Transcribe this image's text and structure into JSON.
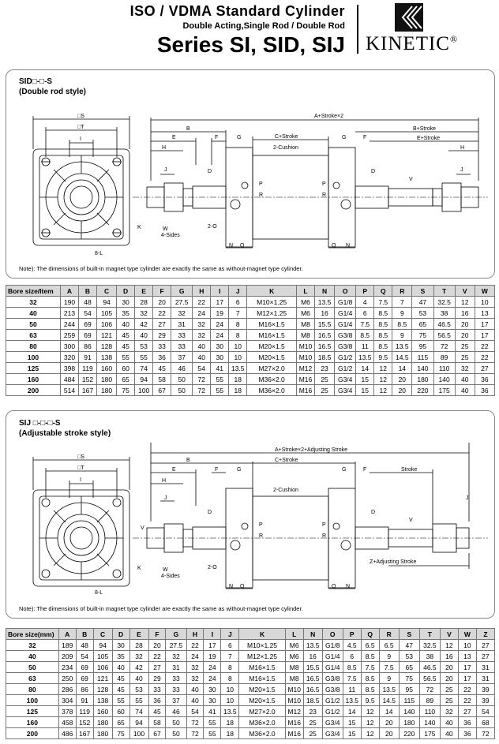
{
  "header": {
    "title": "ISO / VDMA Standard Cylinder",
    "subtitle": "Double Acting,Single Rod / Double Rod",
    "series": "Series SI, SID, SIJ",
    "brand": "KINETIC",
    "registered": "®"
  },
  "section1": {
    "model": "SID□-□-S",
    "style": "(Double rod style)",
    "note": "Note): The dimensions of built-in magnet type cylinder are exactly the same as without-magnet type cylinder.",
    "labels": {
      "S": "□S",
      "T": "□T",
      "I": "I",
      "J": "J",
      "K": "K",
      "W": "W",
      "sides": "4-Sides",
      "L": "8-L",
      "B": "B",
      "E": "E",
      "F": "F",
      "G": "G",
      "H": "H",
      "D": "D",
      "V": "V",
      "P": "P",
      "R": "R",
      "O": "2-O",
      "N": "N",
      "Q": "Q",
      "cushion": "2-Cushion",
      "A": "A+Stroke×2",
      "C": "C+Stroke",
      "Bs": "B+Stroke",
      "Es": "E+Stroke"
    }
  },
  "table1": {
    "headers": [
      "Bore size/Item",
      "A",
      "B",
      "C",
      "D",
      "E",
      "F",
      "G",
      "H",
      "I",
      "J",
      "K",
      "L",
      "N",
      "O",
      "P",
      "Q",
      "R",
      "S",
      "T",
      "V",
      "W"
    ],
    "rows": [
      [
        "32",
        "190",
        "48",
        "94",
        "30",
        "28",
        "20",
        "27.5",
        "22",
        "17",
        "6",
        "M10×1.25",
        "M6",
        "13.5",
        "G1/8",
        "4",
        "7.5",
        "7",
        "47",
        "32.5",
        "12",
        "10"
      ],
      [
        "40",
        "213",
        "54",
        "105",
        "35",
        "32",
        "22",
        "32",
        "24",
        "19",
        "7",
        "M12×1.25",
        "M6",
        "16",
        "G1/4",
        "6",
        "8.5",
        "9",
        "53",
        "38",
        "16",
        "13"
      ],
      [
        "50",
        "244",
        "69",
        "106",
        "40",
        "42",
        "27",
        "31",
        "32",
        "24",
        "8",
        "M16×1.5",
        "M8",
        "15.5",
        "G1/4",
        "7.5",
        "8.5",
        "8.5",
        "65",
        "46.5",
        "20",
        "17"
      ],
      [
        "63",
        "259",
        "69",
        "121",
        "45",
        "40",
        "29",
        "33",
        "32",
        "24",
        "8",
        "M16×1.5",
        "M8",
        "16.5",
        "G3/8",
        "8.5",
        "8.5",
        "9",
        "75",
        "56.5",
        "20",
        "17"
      ],
      [
        "80",
        "300",
        "86",
        "128",
        "45",
        "53",
        "33",
        "33",
        "40",
        "30",
        "10",
        "M20×1.5",
        "M10",
        "16.5",
        "G3/8",
        "11",
        "8.5",
        "13.5",
        "95",
        "72",
        "25",
        "22"
      ],
      [
        "100",
        "320",
        "91",
        "138",
        "55",
        "55",
        "36",
        "37",
        "40",
        "30",
        "10",
        "M20×1.5",
        "M10",
        "18.5",
        "G1/2",
        "13.5",
        "9.5",
        "14.5",
        "115",
        "89",
        "25",
        "22"
      ],
      [
        "125",
        "398",
        "119",
        "160",
        "60",
        "74",
        "45",
        "46",
        "54",
        "41",
        "13.5",
        "M27×2.0",
        "M12",
        "23",
        "G1/2",
        "14",
        "12",
        "14",
        "140",
        "110",
        "32",
        "27"
      ],
      [
        "160",
        "484",
        "152",
        "180",
        "65",
        "94",
        "58",
        "50",
        "72",
        "55",
        "18",
        "M36×2.0",
        "M16",
        "25",
        "G3/4",
        "15",
        "12",
        "20",
        "180",
        "140",
        "40",
        "36"
      ],
      [
        "200",
        "514",
        "167",
        "180",
        "75",
        "100",
        "67",
        "50",
        "72",
        "55",
        "18",
        "M36×2.0",
        "M16",
        "25",
        "G3/4",
        "15",
        "12",
        "20",
        "220",
        "175",
        "40",
        "36"
      ]
    ]
  },
  "section2": {
    "model": "SIJ □-□-□-S",
    "style": "(Adjustable stroke style)",
    "note": "Note): The dimensions of built-in magnet type cylinder are exactly the same as without-magnet type cylinder.",
    "labels": {
      "A": "A+Stroke×2+Adjusting Stroke",
      "C": "C+Stroke",
      "Z": "Z+Adjusting Stroke",
      "stroke": "Stroke",
      "S": "□S",
      "T": "□T",
      "I": "I",
      "J": "J",
      "K": "K",
      "W": "W",
      "sides": "4-Sides",
      "L": "8-L",
      "B": "B",
      "E": "E",
      "F": "F",
      "G": "G",
      "H": "H",
      "D": "D",
      "V": "V",
      "P": "P",
      "R": "R",
      "O": "2-O",
      "N": "N",
      "Q": "Q",
      "cushion": "2-Cushion"
    }
  },
  "table2": {
    "headers": [
      "Bore size(mm)",
      "A",
      "B",
      "C",
      "D",
      "E",
      "F",
      "G",
      "H",
      "I",
      "J",
      "K",
      "L",
      "N",
      "O",
      "P",
      "Q",
      "R",
      "S",
      "T",
      "V",
      "W",
      "Z"
    ],
    "rows": [
      [
        "32",
        "189",
        "48",
        "94",
        "30",
        "28",
        "20",
        "27.5",
        "22",
        "17",
        "6",
        "M10×1.25",
        "M6",
        "13.5",
        "G1/8",
        "4.5",
        "6.5",
        "6.5",
        "47",
        "32.5",
        "12",
        "10",
        "27"
      ],
      [
        "40",
        "209",
        "54",
        "105",
        "35",
        "32",
        "22",
        "32",
        "24",
        "19",
        "7",
        "M12×1.25",
        "M6",
        "16",
        "G1/4",
        "6",
        "8.5",
        "9",
        "53",
        "38",
        "16",
        "13",
        "27"
      ],
      [
        "50",
        "234",
        "69",
        "106",
        "40",
        "42",
        "27",
        "31",
        "32",
        "24",
        "8",
        "M16×1.5",
        "M8",
        "15.5",
        "G1/4",
        "8.5",
        "7.5",
        "7.5",
        "65",
        "46.5",
        "20",
        "17",
        "31"
      ],
      [
        "63",
        "250",
        "69",
        "121",
        "45",
        "40",
        "29",
        "33",
        "32",
        "24",
        "8",
        "M16×1.5",
        "M8",
        "16.5",
        "G3/8",
        "7.5",
        "8.5",
        "9",
        "75",
        "56.5",
        "20",
        "17",
        "31"
      ],
      [
        "80",
        "286",
        "86",
        "128",
        "45",
        "53",
        "33",
        "33",
        "40",
        "30",
        "10",
        "M20×1.5",
        "M10",
        "16.5",
        "G3/8",
        "11",
        "8.5",
        "13.5",
        "95",
        "72",
        "25",
        "22",
        "39"
      ],
      [
        "100",
        "304",
        "91",
        "138",
        "55",
        "55",
        "36",
        "37",
        "40",
        "30",
        "10",
        "M20×1.5",
        "M10",
        "18.5",
        "G1/2",
        "13.5",
        "9.5",
        "14.5",
        "115",
        "89",
        "25",
        "22",
        "39"
      ],
      [
        "125",
        "378",
        "119",
        "160",
        "60",
        "74",
        "45",
        "46",
        "54",
        "41",
        "13.5",
        "M27×2.0",
        "M12",
        "23",
        "G1/2",
        "14",
        "12",
        "14",
        "140",
        "110",
        "32",
        "27",
        "54"
      ],
      [
        "160",
        "458",
        "152",
        "180",
        "65",
        "94",
        "58",
        "50",
        "72",
        "55",
        "18",
        "M36×2.0",
        "M16",
        "25",
        "G3/4",
        "15",
        "12",
        "20",
        "180",
        "140",
        "40",
        "36",
        "68"
      ],
      [
        "200",
        "486",
        "167",
        "180",
        "75",
        "100",
        "67",
        "50",
        "72",
        "55",
        "18",
        "M36×2.0",
        "M16",
        "25",
        "G3/4",
        "15",
        "12",
        "20",
        "220",
        "175",
        "40",
        "36",
        "72"
      ]
    ]
  }
}
